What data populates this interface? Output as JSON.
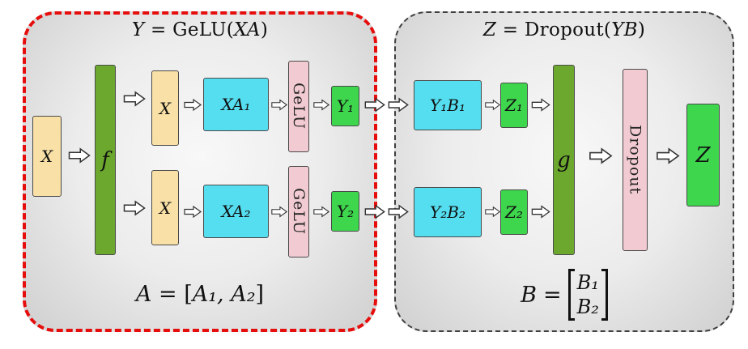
{
  "diagram": {
    "left_panel": {
      "title_var": "Y",
      "title_mid": " = GeLU(",
      "title_arg": "XA",
      "title_end": ")",
      "input_label": "X",
      "f_label": "f",
      "branches": [
        {
          "x_label": "X",
          "mat_label": "XA₁",
          "act_label": "GeLU",
          "out_label": "Y₁"
        },
        {
          "x_label": "X",
          "mat_label": "XA₂",
          "act_label": "GeLU",
          "out_label": "Y₂"
        }
      ],
      "formula_var": "A",
      "formula_mid": " = [",
      "formula_args": "A₁, A₂",
      "formula_end": "]"
    },
    "right_panel": {
      "title_var": "Z",
      "title_mid": " = Dropout(",
      "title_arg": "YB",
      "title_end": ")",
      "branches": [
        {
          "mat_label": "Y₁B₁",
          "out_label": "Z₁"
        },
        {
          "mat_label": "Y₂B₂",
          "out_label": "Z₂"
        }
      ],
      "g_label": "g",
      "dropout_label": "Dropout",
      "output_label": "Z",
      "formula_var": "B",
      "formula_eq": "=",
      "formula_rows_top": "B₁",
      "formula_rows_bottom": "B₂"
    },
    "colors": {
      "tan_box": "#f8e0a6",
      "cyan_box": "#55def0",
      "olive_box": "#6ca82d",
      "pink_box": "#f2cbd2",
      "green_box": "#3ed64d",
      "left_border": "#e60d0d",
      "right_border": "#3f3f3f"
    }
  }
}
